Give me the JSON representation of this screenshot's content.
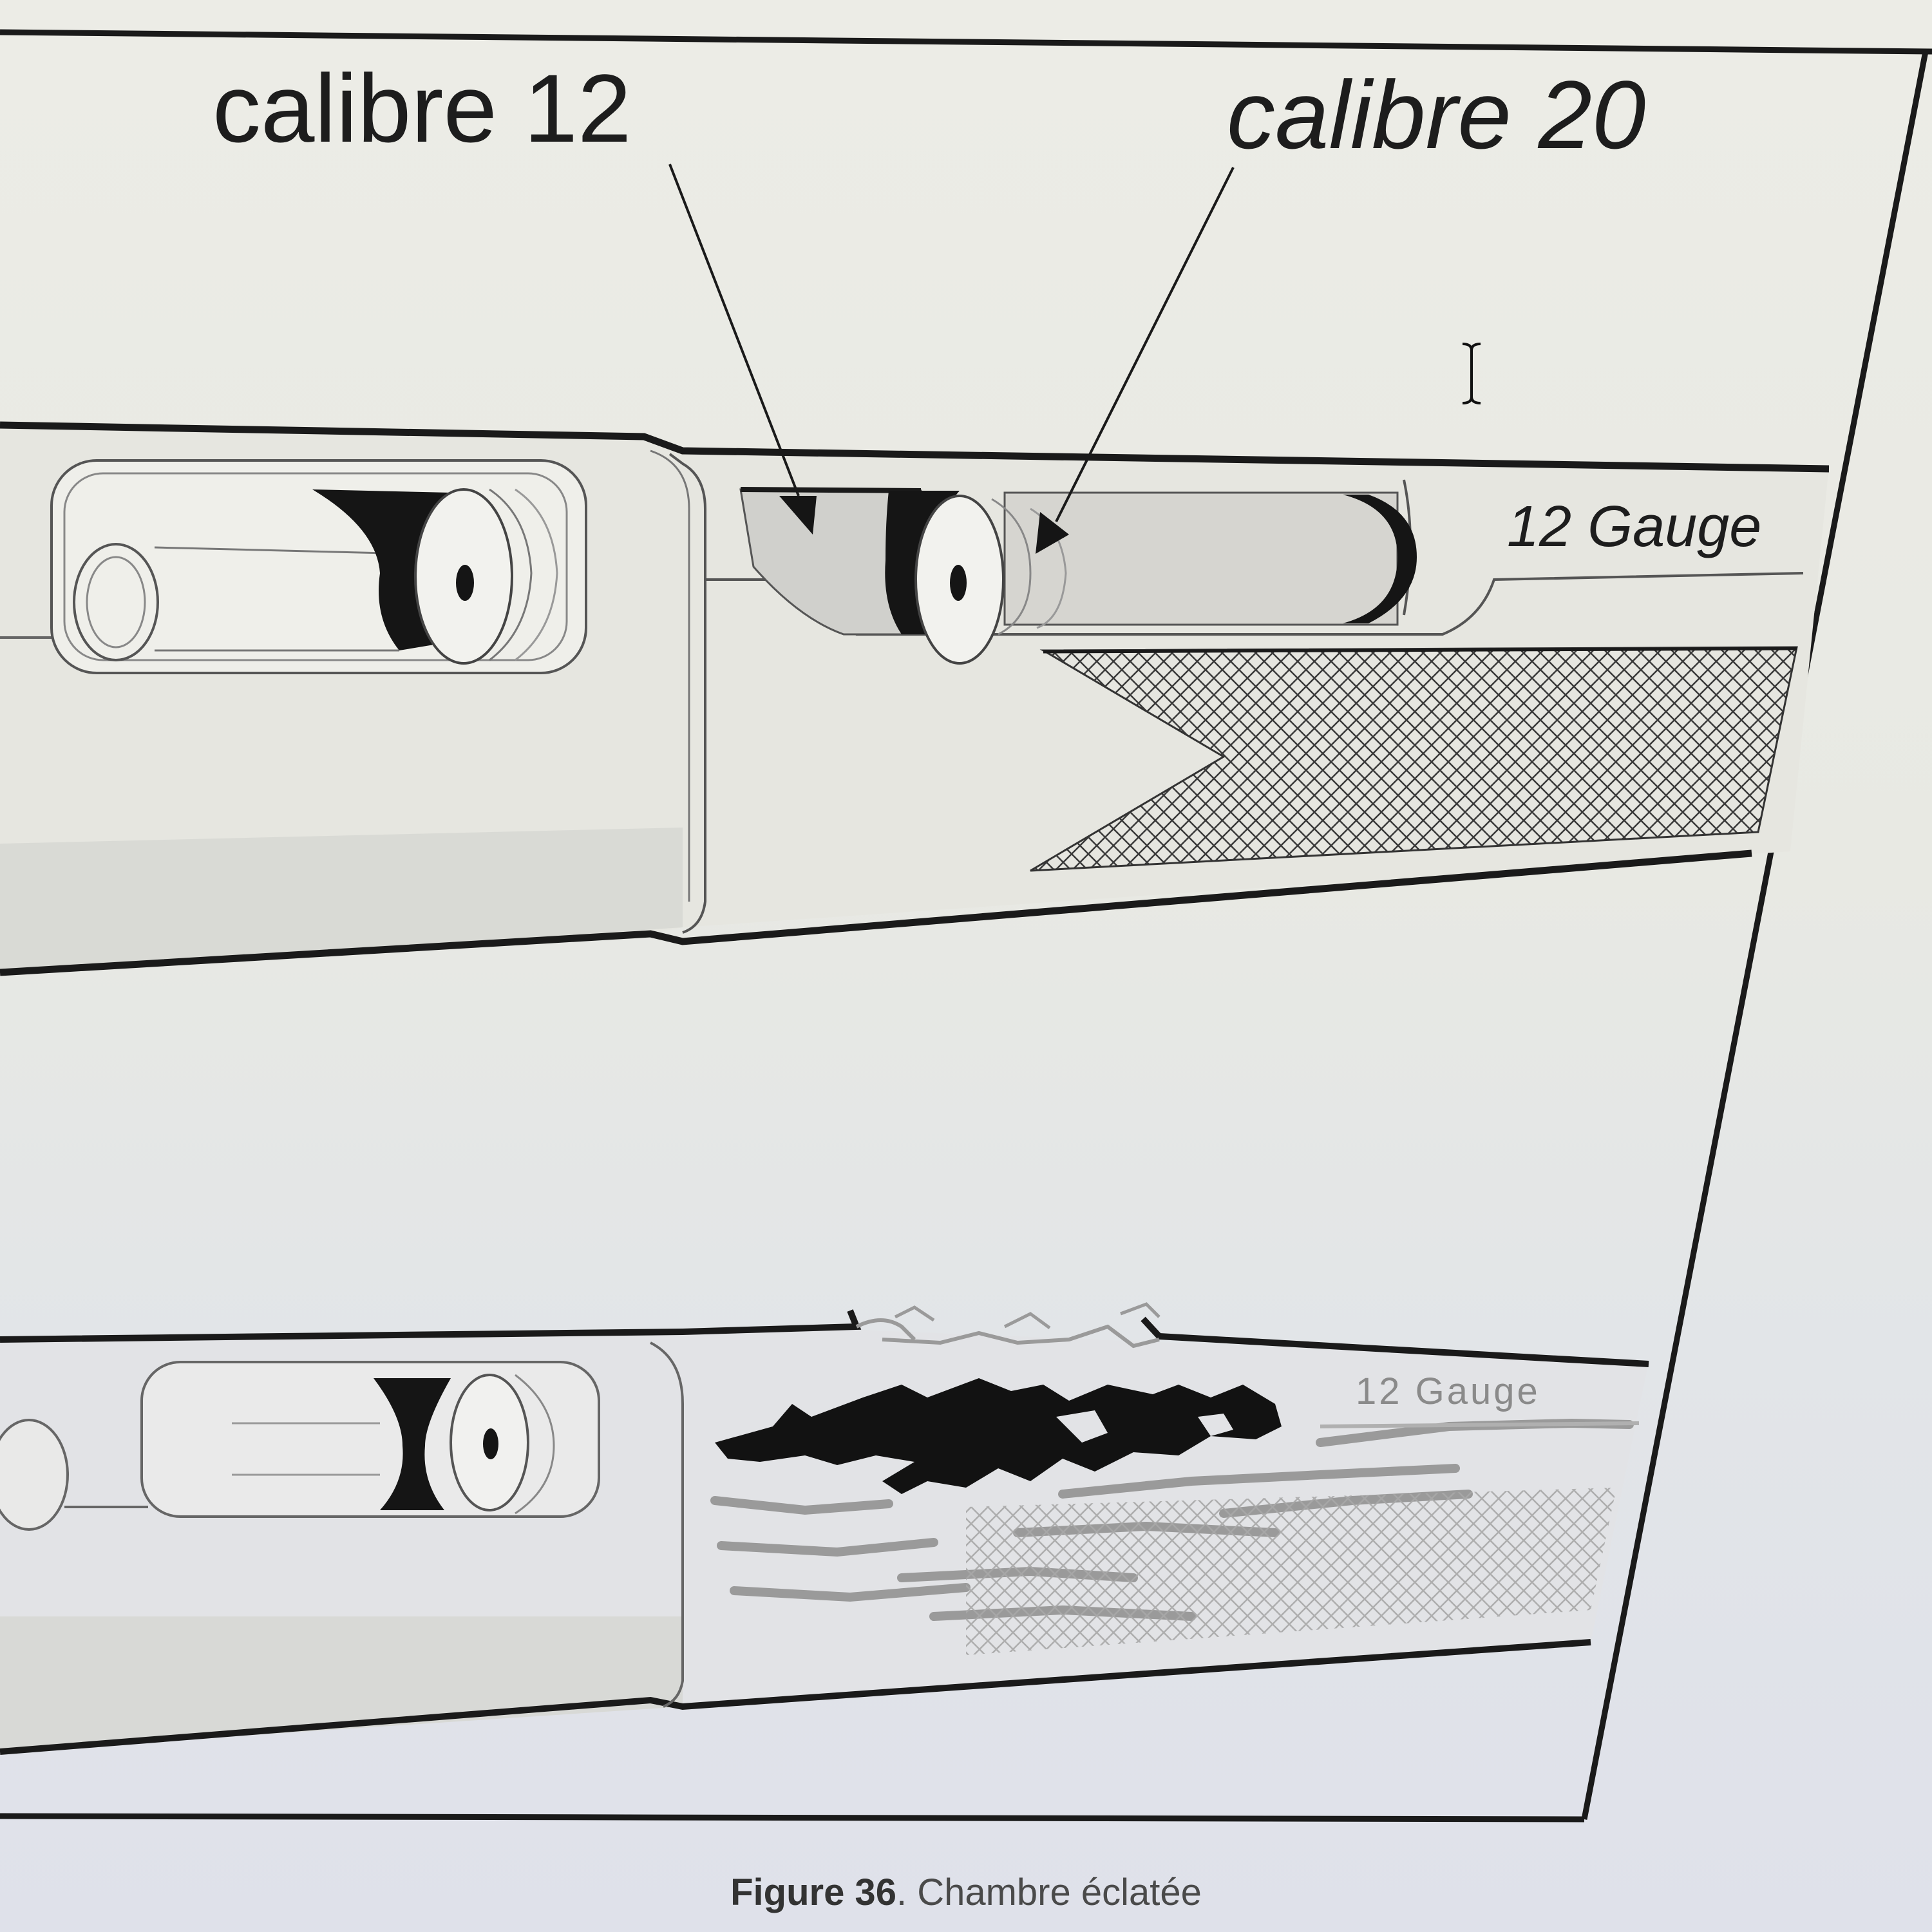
{
  "labels": {
    "calibre12": "calibre 12",
    "calibre20": "calibre 20",
    "gauge_top": "12 Gauge",
    "gauge_bottom": "12 Gauge"
  },
  "caption": {
    "figure_number": "Figure 36",
    "separator": ".",
    "title": "Chambre éclatée"
  },
  "colors": {
    "ink": "#1d1d1d",
    "barrel_fill": "#e9e9e4",
    "shell_dark": "#151515",
    "hatch": "#3a3a3a",
    "debris": "#9a9a9a"
  },
  "cursor_icon": "text-cursor-icon"
}
